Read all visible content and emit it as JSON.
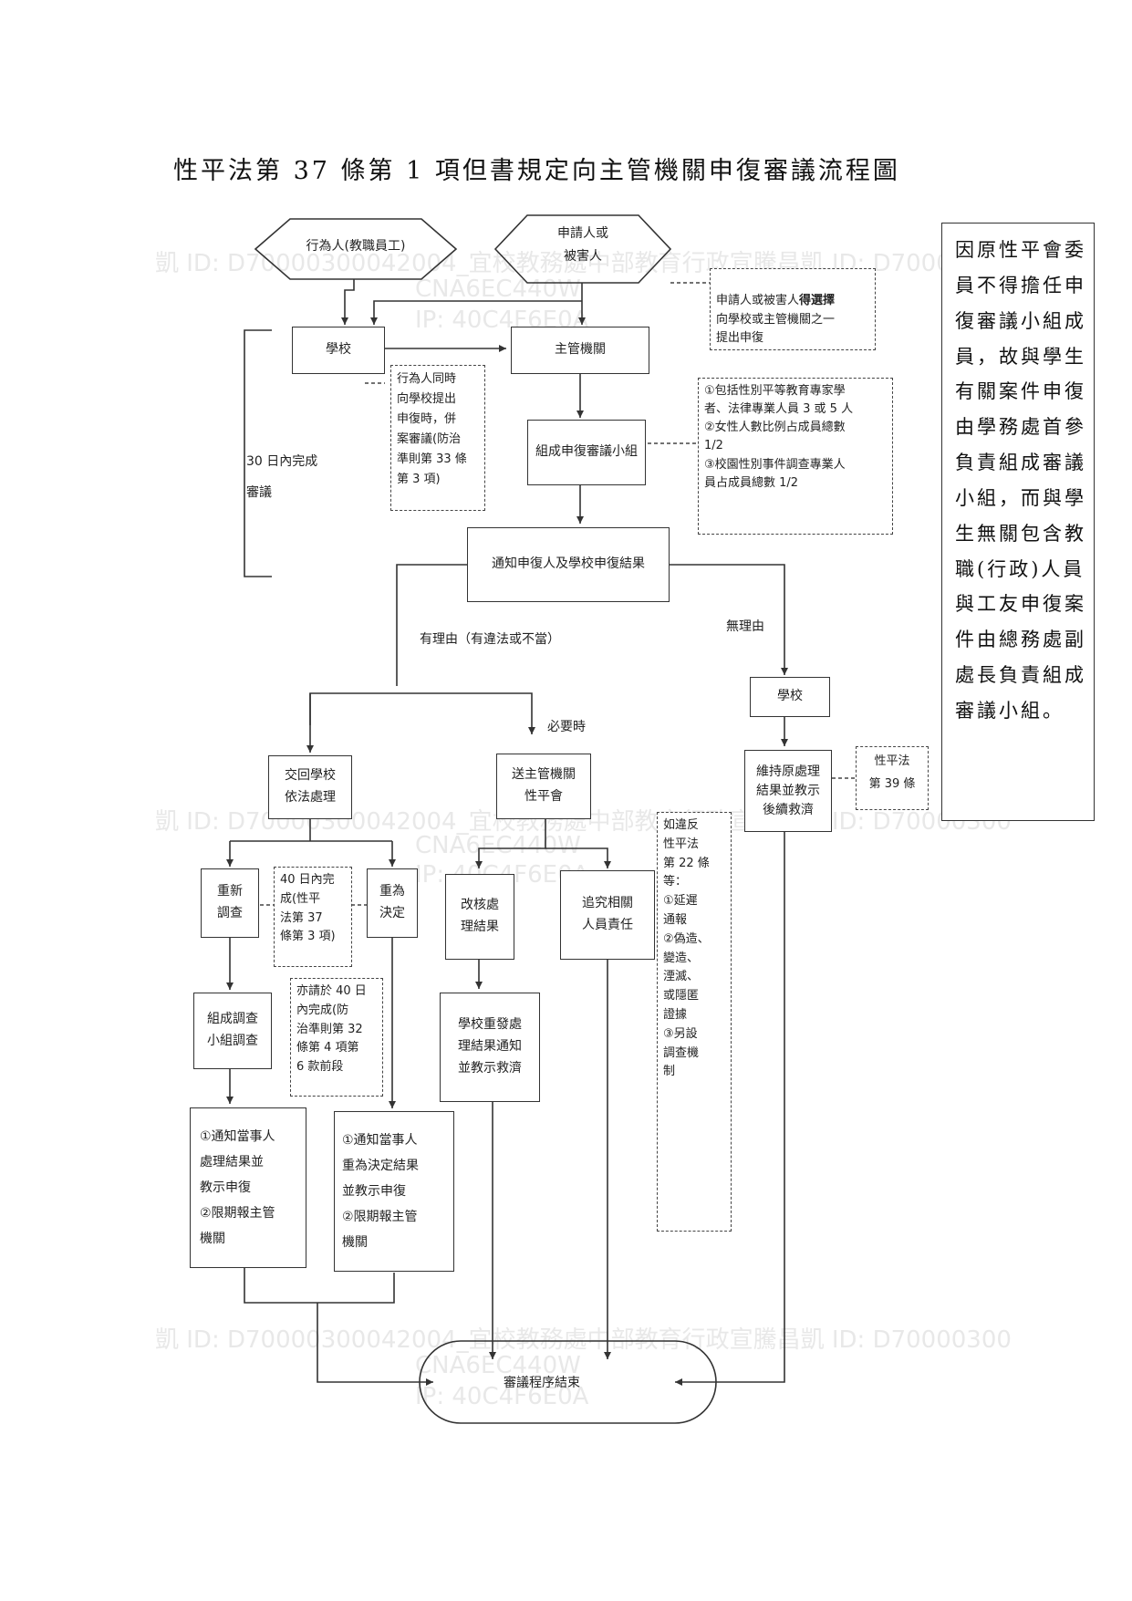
{
  "title": "性平法第 37 條第 1 項但書規定向主管機關申復審議流程圖",
  "nodes": {
    "actor": "行為人(教職員工)",
    "applicant": "申請人或\n被害人",
    "school_top": "學校",
    "authority": "主管機關",
    "committee": "組成申復審議小組",
    "notify": "通知申復人及學校申復結果",
    "school_right": "學校",
    "maintain": "維持原處理\n結果並教示\n後續救濟",
    "return_school": "交回學校\n依法處理",
    "send_authority": "送主管機關\n性平會",
    "reinvestigate": "重新\n調查",
    "redecide": "重為\n決定",
    "change_result": "改核處\n理結果",
    "pursue": "追究相關\n人員責任",
    "form_investigation": "組成調查\n小組調查",
    "school_reissue": "學校重發處\n理結果通知\n並教示救濟",
    "notify_a": "①通知當事人\n處理結果並\n教示申復\n②限期報主管\n機關",
    "notify_b": "①通知當事人\n重為決定結果\n並教示申復\n②限期報主管\n機關",
    "end": "審議程序結束"
  },
  "notes": {
    "choose": "申請人或被害人得選擇\n向學校或主管機關之一\n提出申復",
    "choose_bold": "得選擇",
    "concurrent": "行為人同時\n向學校提出\n申復時，併\n案審議(防治\n準則第 33 條\n第 3 項)",
    "composition": "①包括性別平等教育專家學\n者、法律專業人員 3 或 5 人\n②女性人數比例占成員總數\n1/2\n③校園性別事件調查專業人\n員占成員總數 1/2",
    "forty_days": "40 日內完\n成(性平\n法第 37\n條第 3 項)",
    "forty_days_b": "亦請於 40 日\n內完成(防\n治準則第 32\n條第 4 項第\n6 款前段",
    "violation": "如違反\n性平法\n第 22 條\n等：\n①延遲\n通報\n②偽造、\n變造、\n湮滅、\n或隱匿\n證據\n③另設\n調查機\n制",
    "law39": "性平法\n第 39 條",
    "side": "因原性平會委員不得擔任申復審議小組成員，故與學生有關案件申復由學務處首參負責組成審議小組，而與學生無關包含教職(行政)人員與工友申復案件由總務處副處長負責組成審議小組。"
  },
  "labels": {
    "thirty_days": "30 日內完成\n審議",
    "has_reason": "有理由（有違法或不當）",
    "no_reason": "無理由",
    "necessary": "必要時"
  },
  "watermark": {
    "line1": "凱  ID: D70000300042004_宜校教務處中部教育行政宣騰昌凱  ID: D70000300",
    "line2": "CNA6EC440W",
    "line3": "IP: 40C4F6E0A"
  }
}
